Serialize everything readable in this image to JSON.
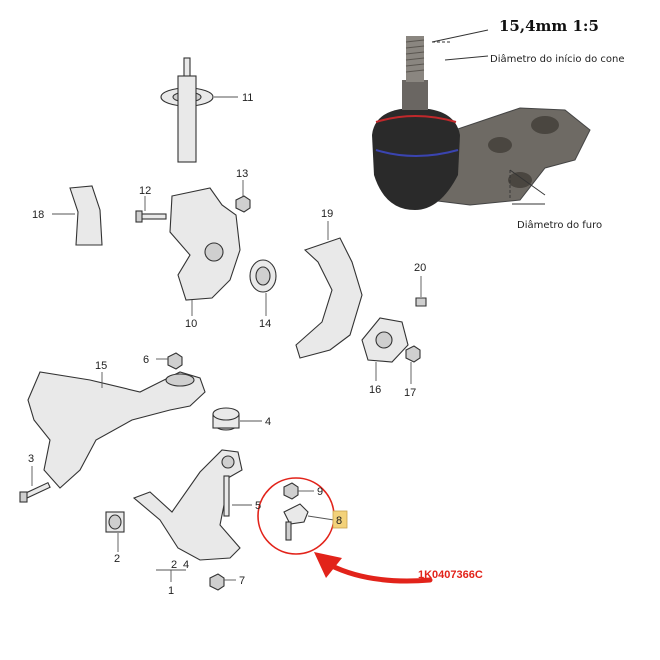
{
  "spec": {
    "title": "15,4mm  1:5",
    "cone_label": "Diâmetro do início do cone",
    "hole_label": "Diâmetro do furo"
  },
  "part_number": "1K0407366C",
  "callouts": [
    "1",
    "2",
    "2",
    "3",
    "4",
    "4",
    "5",
    "6",
    "7",
    "8",
    "9",
    "10",
    "11",
    "12",
    "13",
    "14",
    "15",
    "16",
    "17",
    "18",
    "19",
    "20"
  ],
  "colors": {
    "arrow": "#e2231a",
    "highlight_circle": "#e2231a",
    "badge": "#f3d27a"
  }
}
